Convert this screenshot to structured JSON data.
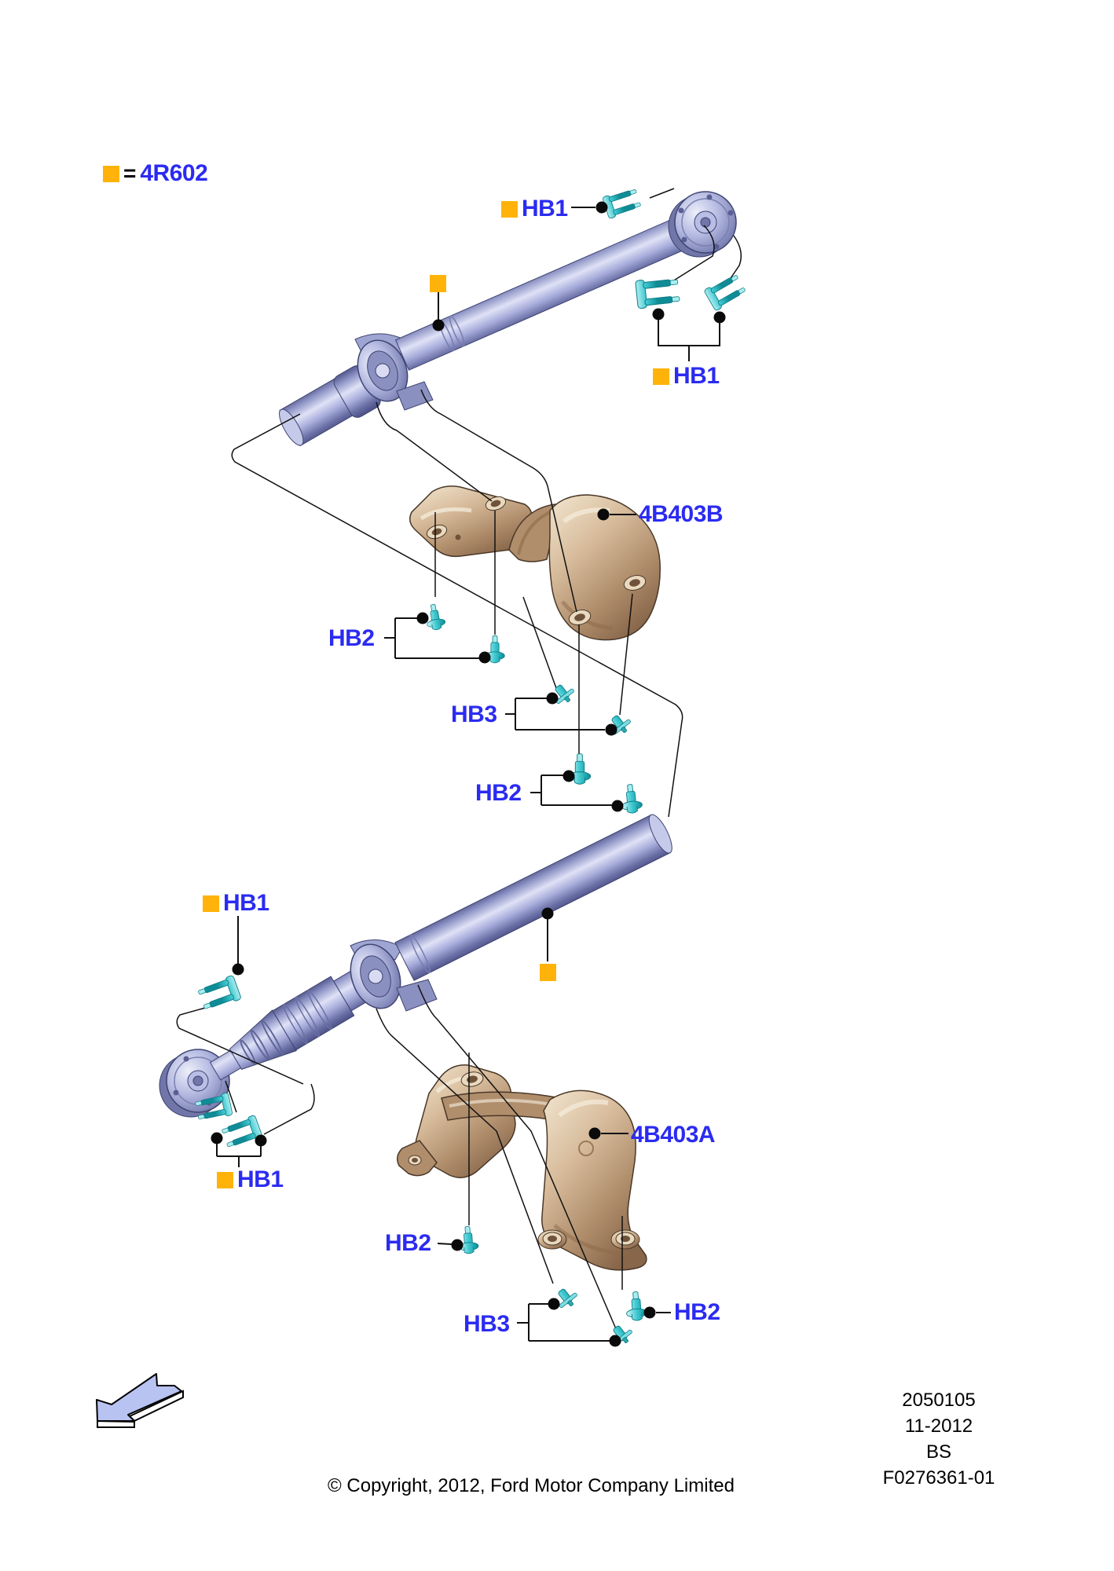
{
  "legend": {
    "equals_sign": "=",
    "part_code": "4R602"
  },
  "callout_labels": {
    "hb1": "HB1",
    "hb2": "HB2",
    "hb3": "HB3"
  },
  "part_refs": {
    "bracket_rear": "4B403B",
    "bracket_front": "4B403A"
  },
  "footer": {
    "copyright": "© Copyright, 2012, Ford Motor Company Limited"
  },
  "info_block": {
    "catalog_number": "2050105",
    "date": "11-2012",
    "market_code": "BS",
    "figure_number": "F0276361-01"
  },
  "colors": {
    "marker_orange": "#FFB30A",
    "label_blue": "#2B2BF2",
    "hardware_teal": "#3EC9D0",
    "shaft_lavender": "#9BA0D0",
    "bracket_bronze": "#C9A886",
    "arrow_fill": "#B9C3F2"
  }
}
